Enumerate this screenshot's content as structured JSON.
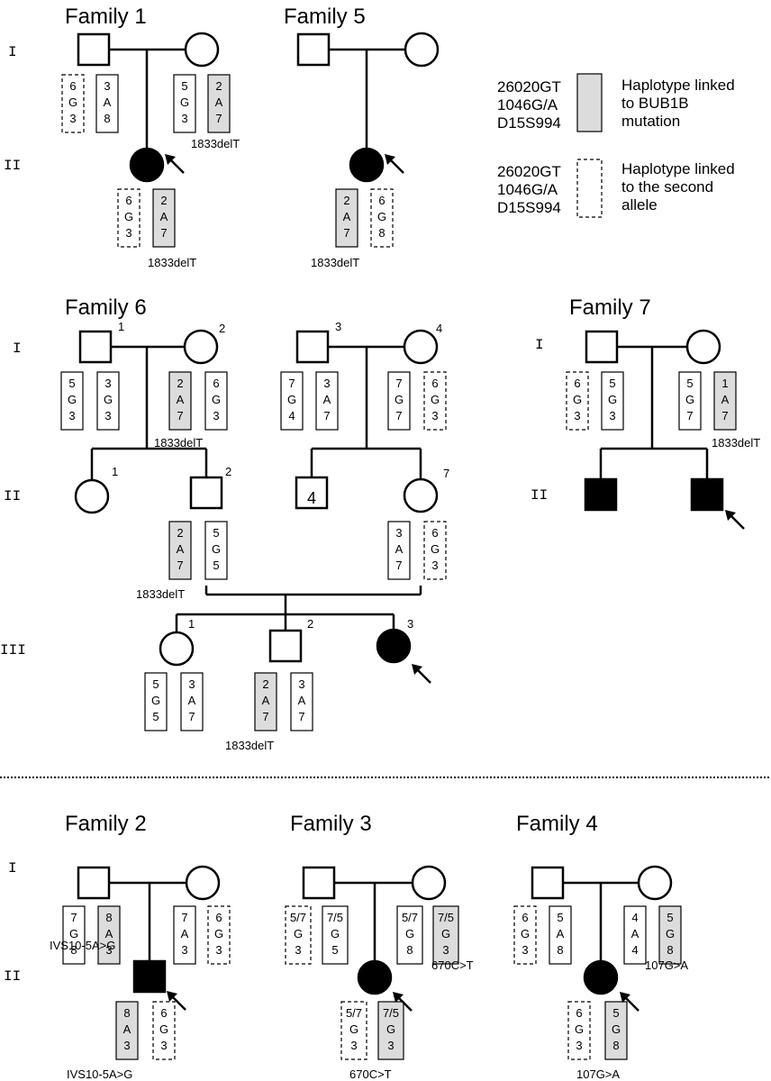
{
  "legend": {
    "markers": [
      "26020GT",
      "1046G/A",
      "D15S994"
    ],
    "linked_label": [
      "Haplotype linked",
      "to BUB1B",
      "mutation"
    ],
    "second_label": [
      "Haplotype linked",
      "to the second",
      "allele"
    ]
  },
  "families": {
    "f1": {
      "title": "Family 1",
      "gens": [
        "I",
        "II"
      ],
      "haps": {
        "father": [
          [
            "6",
            "G",
            "3"
          ],
          [
            "3",
            "A",
            "8"
          ]
        ],
        "mother": [
          [
            "5",
            "G",
            "3"
          ],
          [
            "2",
            "A",
            "7"
          ]
        ],
        "child": [
          [
            "6",
            "G",
            "3"
          ],
          [
            "2",
            "A",
            "7"
          ]
        ]
      },
      "muts": [
        "1833delT",
        "1833delT"
      ]
    },
    "f5": {
      "title": "Family 5",
      "haps": {
        "child": [
          [
            "2",
            "A",
            "7"
          ],
          [
            "6",
            "G",
            "8"
          ]
        ]
      },
      "muts": [
        "1833delT"
      ]
    },
    "f6": {
      "title": "Family 6",
      "gens": [
        "I",
        "II",
        "III"
      ],
      "nums": {
        "i1": "1",
        "i2": "2",
        "i3": "3",
        "i4": "4",
        "ii1": "1",
        "ii2": "2",
        "ii7": "7",
        "iii1": "1",
        "iii2": "2",
        "iii3": "3"
      },
      "sibs": "4",
      "haps": {
        "i1": [
          [
            "5",
            "G",
            "3"
          ],
          [
            "3",
            "G",
            "3"
          ]
        ],
        "i2": [
          [
            "2",
            "A",
            "7"
          ],
          [
            "6",
            "G",
            "3"
          ]
        ],
        "i3": [
          [
            "7",
            "G",
            "4"
          ],
          [
            "3",
            "A",
            "7"
          ]
        ],
        "i4": [
          [
            "7",
            "G",
            "7"
          ],
          [
            "6",
            "G",
            "3"
          ]
        ],
        "ii2": [
          [
            "2",
            "A",
            "7"
          ],
          [
            "5",
            "G",
            "5"
          ]
        ],
        "ii7": [
          [
            "3",
            "A",
            "7"
          ],
          [
            "6",
            "G",
            "3"
          ]
        ],
        "iii1": [
          [
            "5",
            "G",
            "5"
          ],
          [
            "3",
            "A",
            "7"
          ]
        ],
        "iii2": [
          [
            "2",
            "A",
            "7"
          ],
          [
            "3",
            "A",
            "7"
          ]
        ]
      },
      "muts": [
        "1833delT",
        "1833delT",
        "1833delT"
      ]
    },
    "f7": {
      "title": "Family 7",
      "gens": [
        "I",
        "II"
      ],
      "haps": {
        "father": [
          [
            "6",
            "G",
            "3"
          ],
          [
            "5",
            "G",
            "3"
          ]
        ],
        "mother": [
          [
            "5",
            "G",
            "7"
          ],
          [
            "1",
            "A",
            "7"
          ]
        ]
      },
      "muts": [
        "1833delT"
      ]
    },
    "f2": {
      "title": "Family 2",
      "gens": [
        "I",
        "II"
      ],
      "haps": {
        "father": [
          [
            "7",
            "G",
            "8"
          ],
          [
            "8",
            "A",
            "3"
          ]
        ],
        "mother": [
          [
            "7",
            "A",
            "3"
          ],
          [
            "6",
            "G",
            "3"
          ]
        ],
        "child": [
          [
            "8",
            "A",
            "3"
          ],
          [
            "6",
            "G",
            "3"
          ]
        ]
      },
      "muts": [
        "IVS10-5A>G",
        "IVS10-5A>G"
      ]
    },
    "f3": {
      "title": "Family 3",
      "haps": {
        "father": [
          [
            "5/7",
            "G",
            "3"
          ],
          [
            "7/5",
            "G",
            "5"
          ]
        ],
        "mother": [
          [
            "5/7",
            "G",
            "8"
          ],
          [
            "7/5",
            "G",
            "3"
          ]
        ],
        "child": [
          [
            "5/7",
            "G",
            "3"
          ],
          [
            "7/5",
            "G",
            "3"
          ]
        ]
      },
      "muts": [
        "670C>T",
        "670C>T"
      ]
    },
    "f4": {
      "title": "Family 4",
      "haps": {
        "father": [
          [
            "6",
            "G",
            "3"
          ],
          [
            "5",
            "A",
            "8"
          ]
        ],
        "mother": [
          [
            "4",
            "A",
            "4"
          ],
          [
            "5",
            "G",
            "8"
          ]
        ],
        "child": [
          [
            "6",
            "G",
            "3"
          ],
          [
            "5",
            "G",
            "8"
          ]
        ]
      },
      "muts": [
        "107G>A",
        "107G>A"
      ]
    }
  }
}
